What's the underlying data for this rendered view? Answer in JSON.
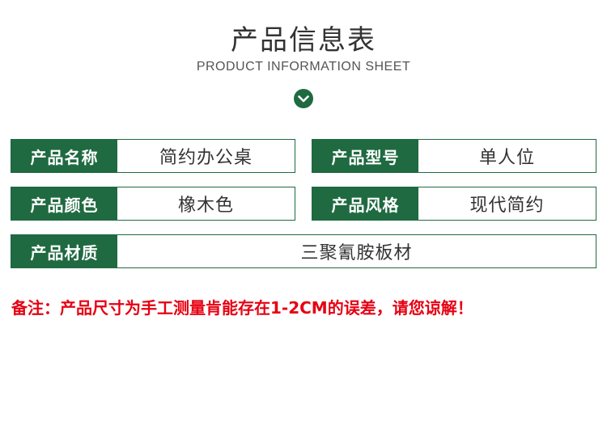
{
  "header": {
    "title": "产品信息表",
    "subtitle": "PRODUCT INFORMATION SHEET",
    "chevron_icon": "chevron-down-circle-icon"
  },
  "colors": {
    "accent": "#1f6a41",
    "note": "#e60012"
  },
  "rows": {
    "name": {
      "label": "产品名称",
      "value": "简约办公桌"
    },
    "model": {
      "label": "产品型号",
      "value": "单人位"
    },
    "color": {
      "label": "产品颜色",
      "value": "橡木色"
    },
    "style": {
      "label": "产品风格",
      "value": "现代简约"
    },
    "material": {
      "label": "产品材质",
      "value": "三聚氰胺板材"
    }
  },
  "note": "备注：产品尺寸为手工测量肯能存在1-2CM的误差，请您谅解！"
}
